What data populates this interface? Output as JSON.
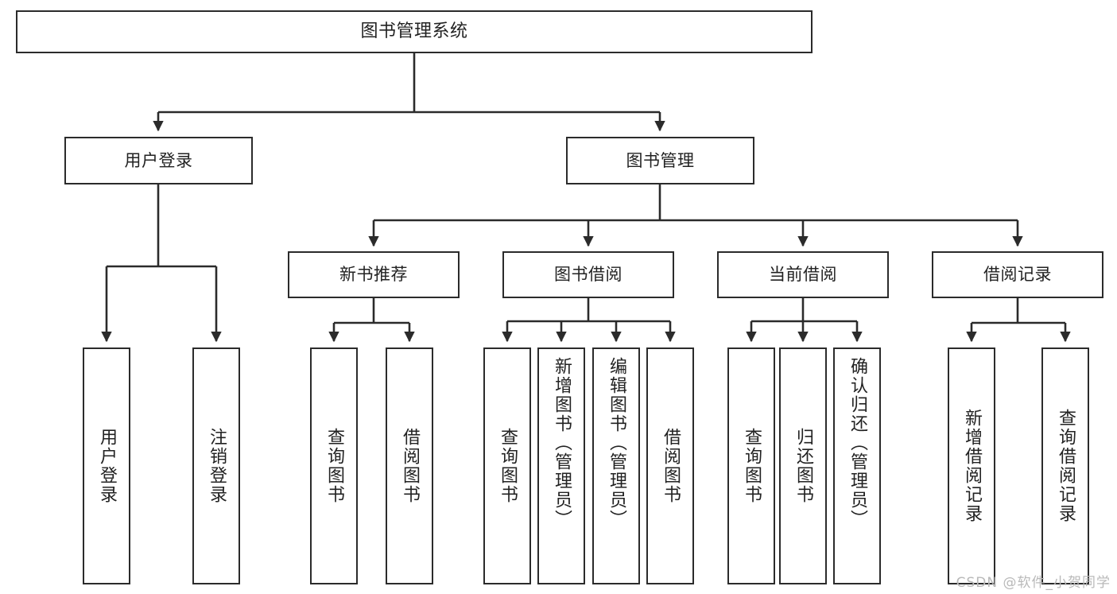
{
  "diagram": {
    "type": "tree",
    "title": "图书管理系统",
    "background_color": "#ffffff",
    "line_color": "#2b2b2b",
    "text_color": "#222222",
    "root": {
      "label": "图书管理系统"
    },
    "level1": [
      {
        "label": "用户登录"
      },
      {
        "label": "图书管理"
      }
    ],
    "level2": [
      {
        "label": "新书推荐"
      },
      {
        "label": "图书借阅"
      },
      {
        "label": "当前借阅"
      },
      {
        "label": "借阅记录"
      }
    ],
    "leaves": {
      "user_login": [
        {
          "label": "用户登录"
        },
        {
          "label": "注销登录"
        }
      ],
      "new_book_recommend": [
        {
          "label": "查询图书"
        },
        {
          "label": "借阅图书"
        }
      ],
      "book_borrow": [
        {
          "label": "查询图书"
        },
        {
          "label": "新增图书（管理员）"
        },
        {
          "label": "编辑图书（管理员）"
        },
        {
          "label": "借阅图书"
        }
      ],
      "current_borrow": [
        {
          "label": "查询图书"
        },
        {
          "label": "归还图书"
        },
        {
          "label": "确认归还（管理员）"
        }
      ],
      "borrow_record": [
        {
          "label": "新增借阅记录"
        },
        {
          "label": "查询借阅记录"
        }
      ]
    }
  },
  "watermark": {
    "text": "CSDN @软件_小贺同学"
  }
}
